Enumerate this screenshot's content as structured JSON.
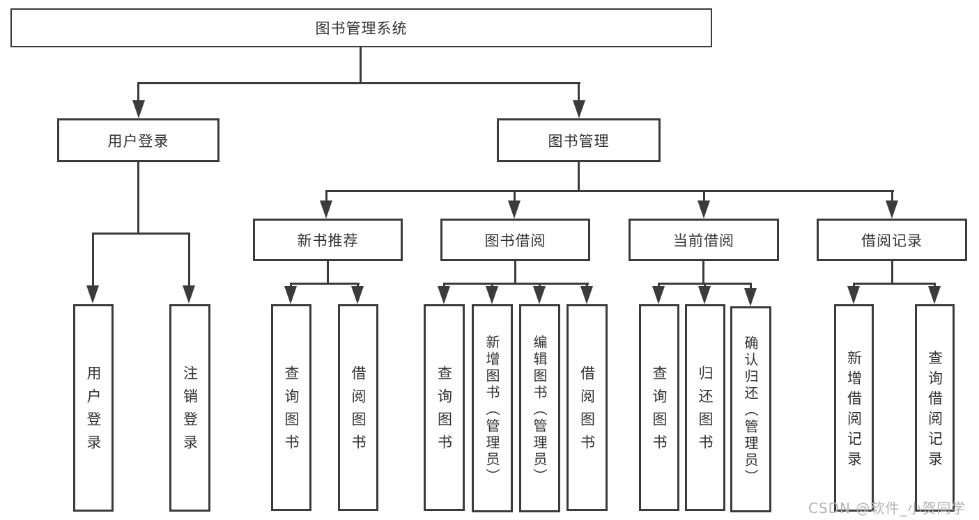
{
  "diagram": {
    "root": "图书管理系统",
    "branches": [
      {
        "label": "用户登录",
        "children": [
          "用户登录",
          "注销登录"
        ]
      },
      {
        "label": "图书管理",
        "groups": [
          {
            "label": "新书推荐",
            "children": [
              "查询图书",
              "借阅图书"
            ]
          },
          {
            "label": "图书借阅",
            "children": [
              "查询图书",
              "新增图书（管理员）",
              "编辑图书（管理员）",
              "借阅图书"
            ]
          },
          {
            "label": "当前借阅",
            "children": [
              "查询图书",
              "归还图书",
              "确认归还（管理员）"
            ]
          },
          {
            "label": "借阅记录",
            "children": [
              "新增借阅记录",
              "查询借阅记录"
            ]
          }
        ]
      }
    ]
  },
  "watermark": "CSDN @软件_小贺同学",
  "colors": {
    "line": "#3b3b3b",
    "text": "#333333",
    "background": "#ffffff",
    "watermark": "#b3b3b3"
  }
}
